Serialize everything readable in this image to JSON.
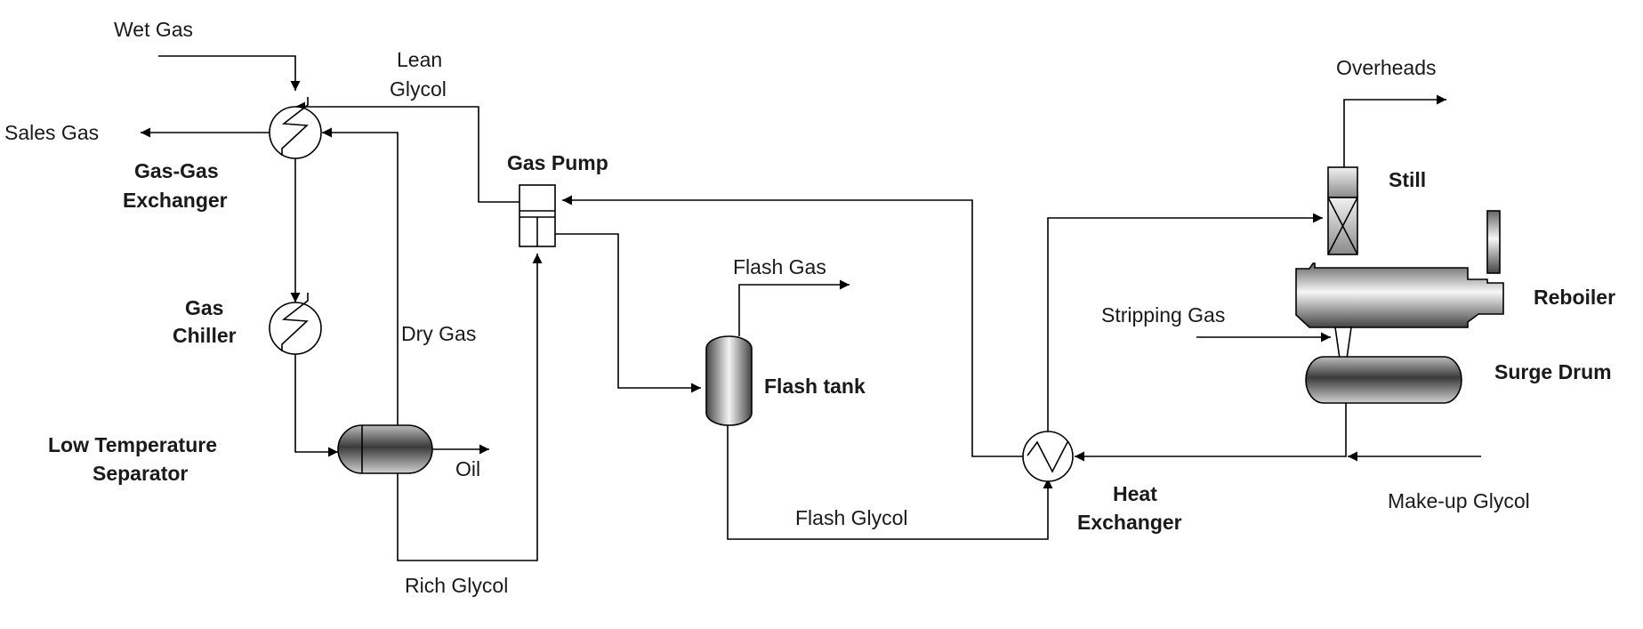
{
  "streams": {
    "wet_gas": "Wet Gas",
    "sales_gas": "Sales Gas",
    "lean_glycol_1": "Lean",
    "lean_glycol_2": "Glycol",
    "dry_gas": "Dry Gas",
    "oil": "Oil",
    "rich_glycol": "Rich Glycol",
    "flash_gas": "Flash Gas",
    "flash_glycol": "Flash Glycol",
    "stripping_gas": "Stripping Gas",
    "overheads": "Overheads",
    "makeup_glycol": "Make-up Glycol"
  },
  "units": {
    "gas_gas_exchanger_1": "Gas-Gas",
    "gas_gas_exchanger_2": "Exchanger",
    "gas_chiller_1": "Gas",
    "gas_chiller_2": "Chiller",
    "lts_1": "Low Temperature",
    "lts_2": "Separator",
    "gas_pump": "Gas Pump",
    "flash_tank": "Flash tank",
    "heat_exchanger_1": "Heat",
    "heat_exchanger_2": "Exchanger",
    "still": "Still",
    "reboiler": "Reboiler",
    "surge_drum": "Surge Drum"
  }
}
